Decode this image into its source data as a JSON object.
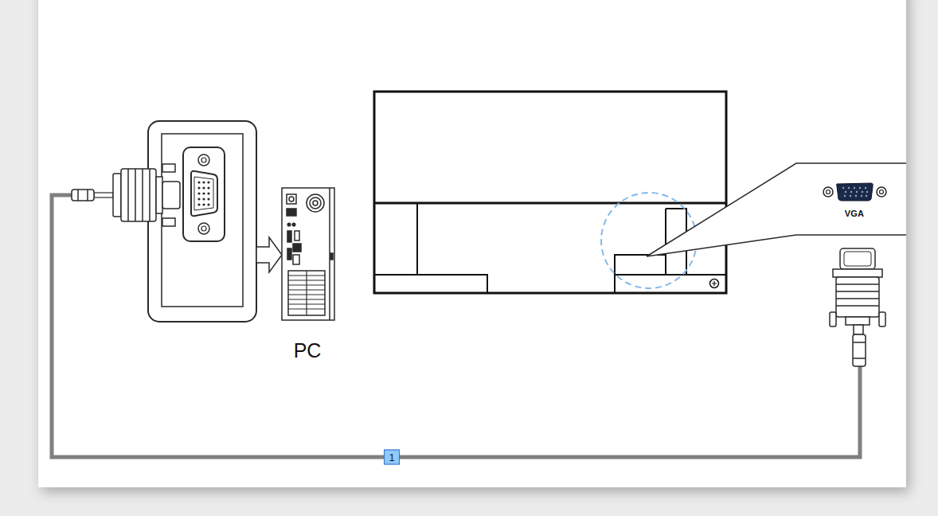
{
  "diagram": {
    "labels": [
      "PC",
      "VGA",
      "1"
    ]
  }
}
